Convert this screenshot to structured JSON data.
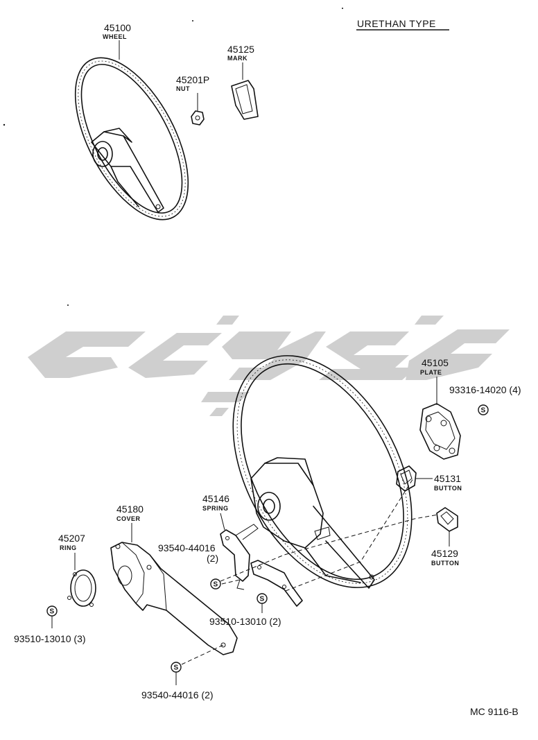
{
  "header": {
    "type_label": "URETHAN TYPE"
  },
  "footer": {
    "code": "MC 9116-B"
  },
  "parts": {
    "wheel": {
      "number": "45100",
      "name": "WHEEL"
    },
    "mark": {
      "number": "45125",
      "name": "MARK"
    },
    "nut": {
      "number": "45201P",
      "name": "NUT"
    },
    "plate": {
      "number": "45105",
      "name": "PLATE"
    },
    "button1": {
      "number": "45131",
      "name": "BUTTON"
    },
    "button2": {
      "number": "45129",
      "name": "BUTTON"
    },
    "spring": {
      "number": "45146",
      "name": "SPRING"
    },
    "cover": {
      "number": "45180",
      "name": "COVER"
    },
    "ring": {
      "number": "45207",
      "name": "RING"
    }
  },
  "fasteners": {
    "screw_plate": "93316-14020 (4)",
    "screw_spring_num": "93540-44016",
    "screw_spring_qty": "(2)",
    "screw_spring_mid": "93510-13010 (2)",
    "screw_ring": "93510-13010 (3)",
    "screw_cover_bottom": "93540-44016 (2)"
  },
  "symbols": {
    "standard_part": "S"
  }
}
